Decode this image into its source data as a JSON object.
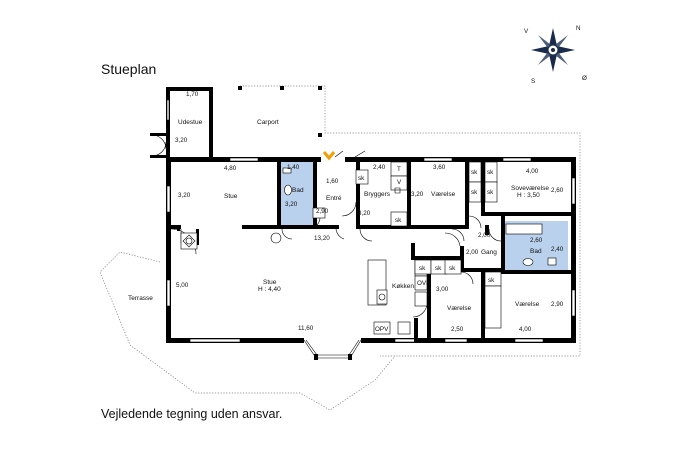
{
  "title": "Stueplan",
  "footer": "Vejledende tegning uden ansvar.",
  "compass": {
    "n": "N",
    "v": "V",
    "s": "S",
    "o": "Ø"
  },
  "rooms": {
    "udestue": "Udestue",
    "carport": "Carport",
    "stue_top": "Stue",
    "bad1": "Bad",
    "entre": "Entré",
    "bryggers": "Bryggers",
    "vaerelse1": "Værelse",
    "sovevaerelse": "Soveværelse",
    "sovevaerelse_h": "H : 3,50",
    "bad2": "Bad",
    "gang": "Gang",
    "stue_main": "Stue",
    "stue_main_h": "H : 4,40",
    "koekken": "Køkken",
    "terrasse": "Terrasse",
    "vaerelse2": "Værelse",
    "vaerelse3": "Værelse"
  },
  "fixtures": {
    "sk": "sk",
    "t": "T",
    "v": "V",
    "ovn": "OVN",
    "opv": "OPV"
  },
  "dims": {
    "d170": "1,70",
    "d320a": "3,20",
    "d480": "4,80",
    "d140": "1,40",
    "d160": "1,60",
    "d240": "2,40",
    "d360": "3,60",
    "d400a": "4,00",
    "d320b": "3,20",
    "d320c": "3,20",
    "d290a": "2,90",
    "d320d": "3,20",
    "d320e": "3,20",
    "d260a": "2,60",
    "d1320": "13,20",
    "d200a": "2,00",
    "d260b": "2,60",
    "d240b": "2,40",
    "d200b": "2,00",
    "d500": "5,00",
    "d300": "3,00",
    "d290b": "2,90",
    "d1160": "11,60",
    "d250": "2,50",
    "d400b": "4,00"
  }
}
